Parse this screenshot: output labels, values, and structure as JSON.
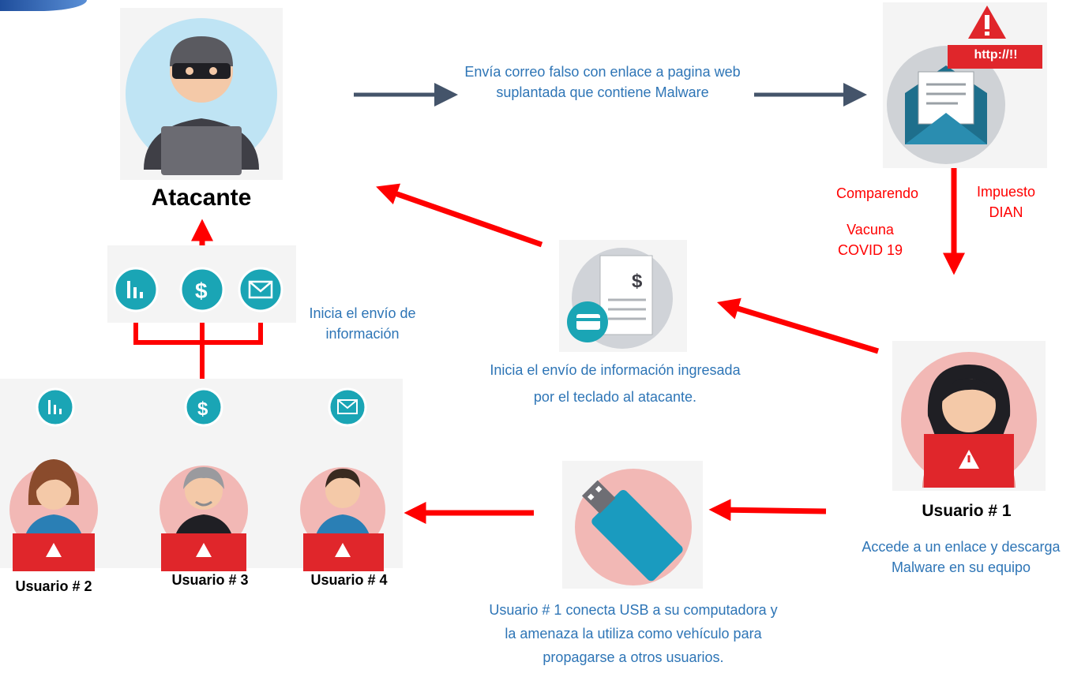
{
  "attacker": {
    "label": "Atacante"
  },
  "email_step": {
    "text": "Envía correo falso con enlace a pagina web suplantada que contiene Malware",
    "badge": "http://!!"
  },
  "lures": {
    "comparendo": "Comparendo",
    "impuesto": "Impuesto DIAN",
    "vacuna": "Vacuna COVID 19"
  },
  "user1": {
    "label": "Usuario # 1",
    "caption": "Accede  a un enlace y descarga Malware en su equipo"
  },
  "keylog_step": {
    "text": "Inicia el envío de información ingresada por el teclado al atacante."
  },
  "exfil_step": {
    "text": "Inicia el envío de información"
  },
  "usb_step": {
    "text": "Usuario # 1 conecta USB a su computadora y la amenaza la utiliza como vehículo  para propagarse a otros usuarios."
  },
  "victims": [
    {
      "label": "Usuario # 2"
    },
    {
      "label": "Usuario # 3"
    },
    {
      "label": "Usuario # 4"
    }
  ],
  "colors": {
    "arrow_dark": "#44546a",
    "arrow_red": "#ff0000",
    "text_blue": "#2e75b6",
    "teal": "#1aa5b5",
    "laptop_red": "#e0262b"
  },
  "icons": [
    "hacker-icon",
    "phishing-email-icon",
    "warning-icon",
    "invoice-icon",
    "credit-card-icon",
    "usb-drive-icon",
    "chart-icon",
    "dollar-icon",
    "mail-icon"
  ]
}
